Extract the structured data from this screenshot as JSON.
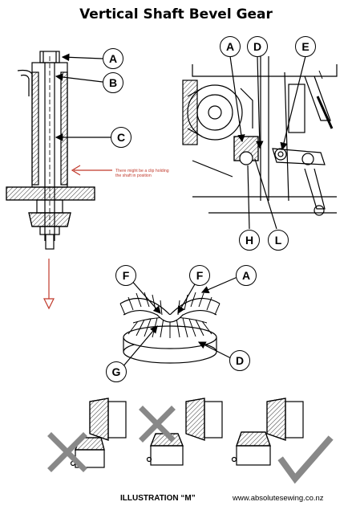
{
  "title": "Vertical Shaft Bevel Gear",
  "note_line1": "There might be a clip holding",
  "note_line2": "the shaft in position",
  "callouts": {
    "A1": "A",
    "B": "B",
    "C": "C",
    "A2": "A",
    "D1": "D",
    "E": "E",
    "H": "H",
    "L": "L",
    "F1": "F",
    "F2": "F",
    "A3": "A",
    "G": "G",
    "D2": "D"
  },
  "footer": {
    "illustration": "ILLUSTRATION “M”",
    "website": "www.absolutesewing.co.nz"
  },
  "colors": {
    "annotation_red": "#c0392b",
    "cross_grey": "#888888",
    "line": "#000000"
  }
}
